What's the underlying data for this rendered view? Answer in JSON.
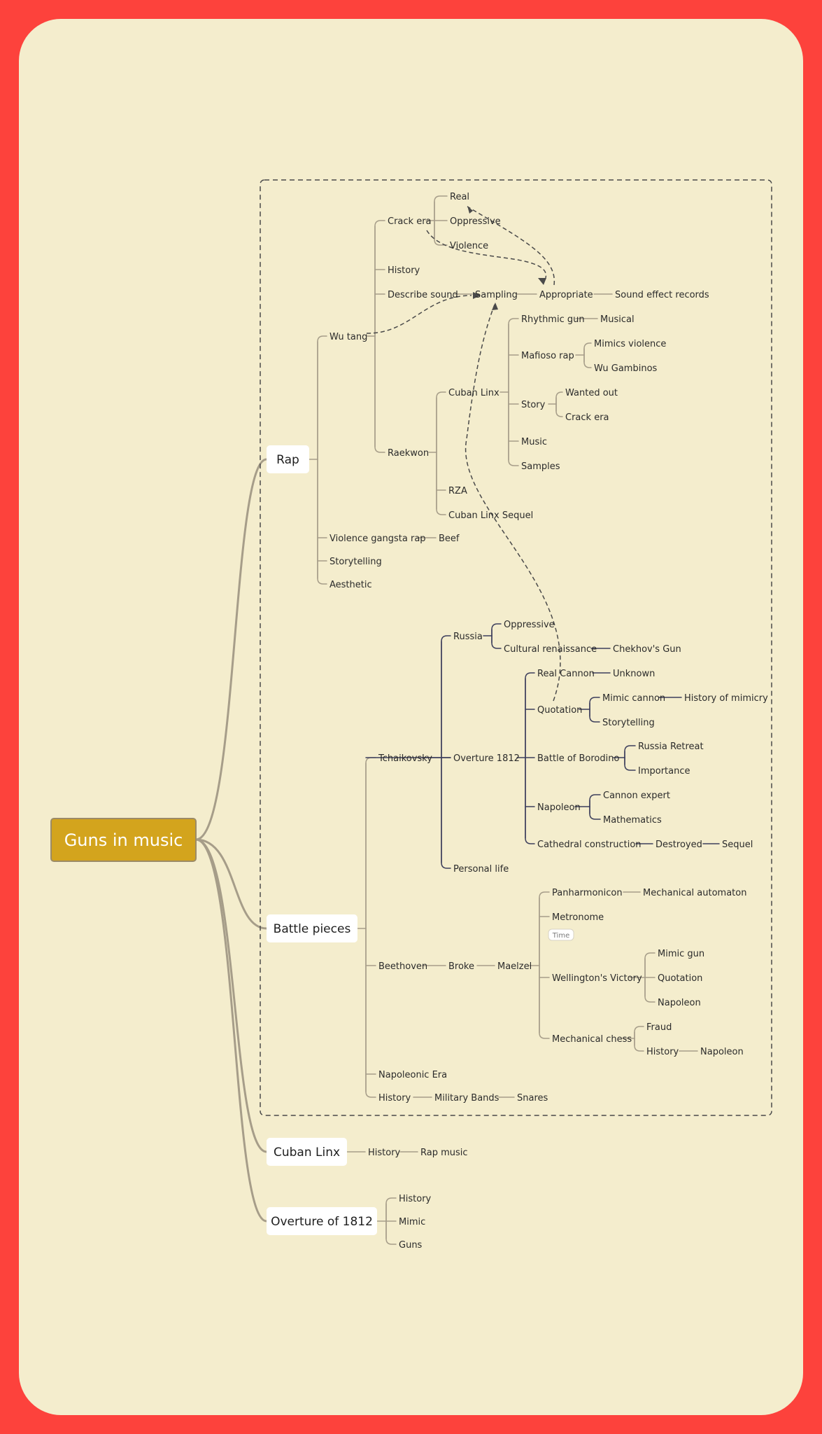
{
  "title": "Guns in music",
  "colors": {
    "frame": "#FD423C",
    "canvas": "#F4EDCD",
    "root_fill": "#D3A41D",
    "root_stroke": "#9C8B66",
    "line_gray": "#A69D89",
    "line_navy": "#3D3F5C",
    "dashed": "#4A4A4A"
  },
  "branches": {
    "rap": {
      "label": "Rap",
      "wu_tang": "Wu tang",
      "crack_era": "Crack era",
      "real": "Real",
      "oppressive": "Oppressive",
      "violence": "Violence",
      "history": "History",
      "describe_sound": "Describe sound",
      "sampling": "Sampling",
      "appropriate": "Appropriate",
      "sound_effect_records": "Sound effect records",
      "raekwon": "Raekwon",
      "cuban_linx": "Cuban Linx",
      "rhythmic_gun": "Rhythmic gun",
      "musical": "Musical",
      "mafioso_rap": "Mafioso rap",
      "mimics_violence": "Mimics violence",
      "wu_gambinos": "Wu Gambinos",
      "story": "Story",
      "wanted_out": "Wanted out",
      "crack_era_2": "Crack era",
      "music": "Music",
      "samples": "Samples",
      "rza": "RZA",
      "cuban_linx_sequel": "Cuban Linx Sequel",
      "violence_gangsta_rap": "Violence gangsta rap",
      "beef": "Beef",
      "storytelling": "Storytelling",
      "aesthetic": "Aesthetic"
    },
    "battle": {
      "label": "Battle pieces",
      "tchaikovsky": "Tchaikovsky",
      "russia": "Russia",
      "oppressive": "Oppressive",
      "cultural_renaissance": "Cultural renaissance",
      "chekhovs_gun": "Chekhov's Gun",
      "overture_1812": "Overture 1812",
      "real_cannon": "Real Cannon",
      "unknown": "Unknown",
      "quotation": "Quotation",
      "mimic_cannon": "Mimic cannon",
      "history_of_mimicry": "History of mimicry",
      "storytelling": "Storytelling",
      "battle_of_borodino": "Battle of Borodino",
      "russia_retreat": "Russia Retreat",
      "importance": "Importance",
      "napoleon": "Napoleon",
      "cannon_expert": "Cannon expert",
      "mathematics": "Mathematics",
      "cathedral_construction": "Cathedral construction",
      "destroyed": "Destroyed",
      "sequel": "Sequel",
      "personal_life": "Personal life",
      "beethoven": "Beethoven",
      "broke": "Broke",
      "maelzel": "Maelzel",
      "panharmonicon": "Panharmonicon",
      "mechanical_automaton": "Mechanical automaton",
      "metronome": "Metronome",
      "time_tag": "Time",
      "wellingtons_victory": "Wellington's Victory",
      "mimic_gun": "Mimic gun",
      "quotation_2": "Quotation",
      "napoleon_2": "Napoleon",
      "mechanical_chess": "Mechanical chess",
      "fraud": "Fraud",
      "history": "History",
      "napoleon_3": "Napoleon",
      "napoleonic_era": "Napoleonic Era",
      "history_2": "History",
      "military_bands": "Military Bands",
      "snares": "Snares"
    },
    "cuban": {
      "label": "Cuban Linx",
      "history": "History",
      "rap_music": "Rap music"
    },
    "overture": {
      "label": "Overture of 1812",
      "history": "History",
      "mimic": "Mimic",
      "guns": "Guns"
    }
  }
}
